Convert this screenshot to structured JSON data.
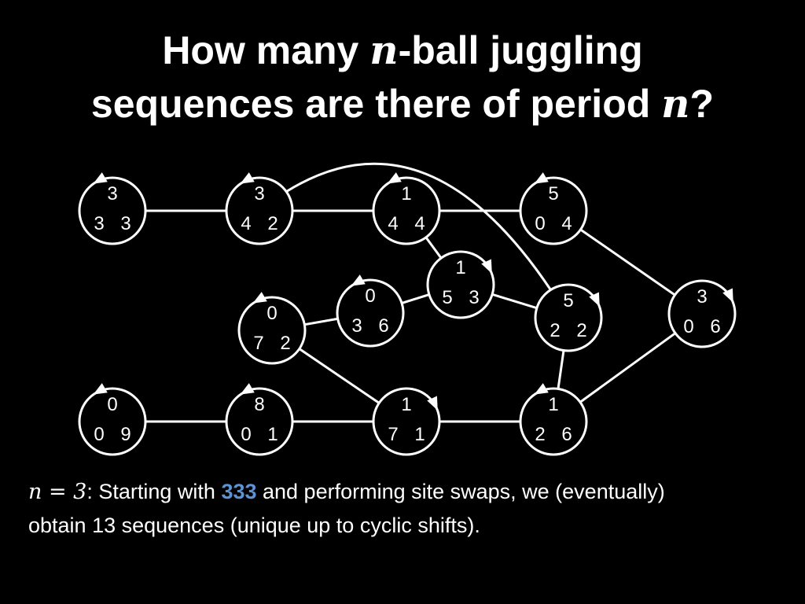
{
  "title": {
    "line1_a": "How many ",
    "var": "n",
    "line1_b": "-ball juggling",
    "line2_a": "sequences are there of period ",
    "line2_b": "?"
  },
  "nodes": [
    {
      "id": "n333",
      "top": "3",
      "left": "3",
      "right": "3"
    },
    {
      "id": "n342",
      "top": "3",
      "left": "4",
      "right": "2"
    },
    {
      "id": "n144",
      "top": "1",
      "left": "4",
      "right": "4"
    },
    {
      "id": "n504",
      "top": "5",
      "left": "0",
      "right": "4"
    },
    {
      "id": "n153",
      "top": "1",
      "left": "5",
      "right": "3"
    },
    {
      "id": "n036",
      "top": "0",
      "left": "3",
      "right": "6"
    },
    {
      "id": "n072",
      "top": "0",
      "left": "7",
      "right": "2"
    },
    {
      "id": "n522",
      "top": "5",
      "left": "2",
      "right": "2"
    },
    {
      "id": "n306",
      "top": "3",
      "left": "0",
      "right": "6"
    },
    {
      "id": "n009",
      "top": "0",
      "left": "0",
      "right": "9"
    },
    {
      "id": "n801",
      "top": "8",
      "left": "0",
      "right": "1"
    },
    {
      "id": "n171",
      "top": "1",
      "left": "7",
      "right": "1"
    },
    {
      "id": "n126",
      "top": "1",
      "left": "2",
      "right": "6"
    }
  ],
  "edges": [
    [
      "n333",
      "n342"
    ],
    [
      "n342",
      "n144"
    ],
    [
      "n144",
      "n504"
    ],
    [
      "n342",
      "n522"
    ],
    [
      "n144",
      "n153"
    ],
    [
      "n153",
      "n036"
    ],
    [
      "n153",
      "n522"
    ],
    [
      "n036",
      "n072"
    ],
    [
      "n072",
      "n171"
    ],
    [
      "n504",
      "n306"
    ],
    [
      "n306",
      "n126"
    ],
    [
      "n522",
      "n126"
    ],
    [
      "n009",
      "n801"
    ],
    [
      "n801",
      "n171"
    ],
    [
      "n171",
      "n126"
    ]
  ],
  "caption": {
    "var": "n",
    "eq": " = 3",
    "text_a": ": Starting with ",
    "highlight": "333",
    "text_b": " and performing site swaps, we (eventually)",
    "line2": "obtain 13 sequences (unique up to cyclic shifts)."
  },
  "colors": {
    "background": "#000000",
    "foreground": "#ffffff",
    "highlight": "#5b93d6"
  }
}
